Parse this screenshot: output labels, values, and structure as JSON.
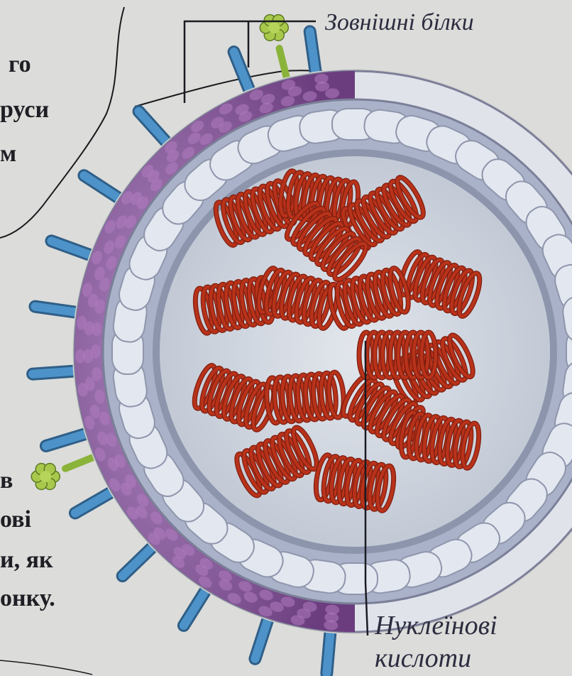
{
  "labels": {
    "outer_proteins": "Зовнішні білки",
    "nucleic_acids_line1": "Нуклеїнові",
    "nucleic_acids_line2": "кислоти"
  },
  "side_text_fragments": [
    "го",
    "руси",
    "м",
    "в",
    "ові",
    "и, як",
    "онку."
  ],
  "colors": {
    "background": "#dcdcda",
    "envelope": "#8a4f9a",
    "capsid": "#b7c0d3",
    "capsomere": "#e3e7f0",
    "core": "#c7ced8",
    "coil": "#b8321a",
    "spike_blue": "#4d93c9",
    "spike_green": "#8ab33a"
  },
  "icons": [
    "spike-blue-icon",
    "spike-green-icon",
    "helix-coil-icon"
  ]
}
